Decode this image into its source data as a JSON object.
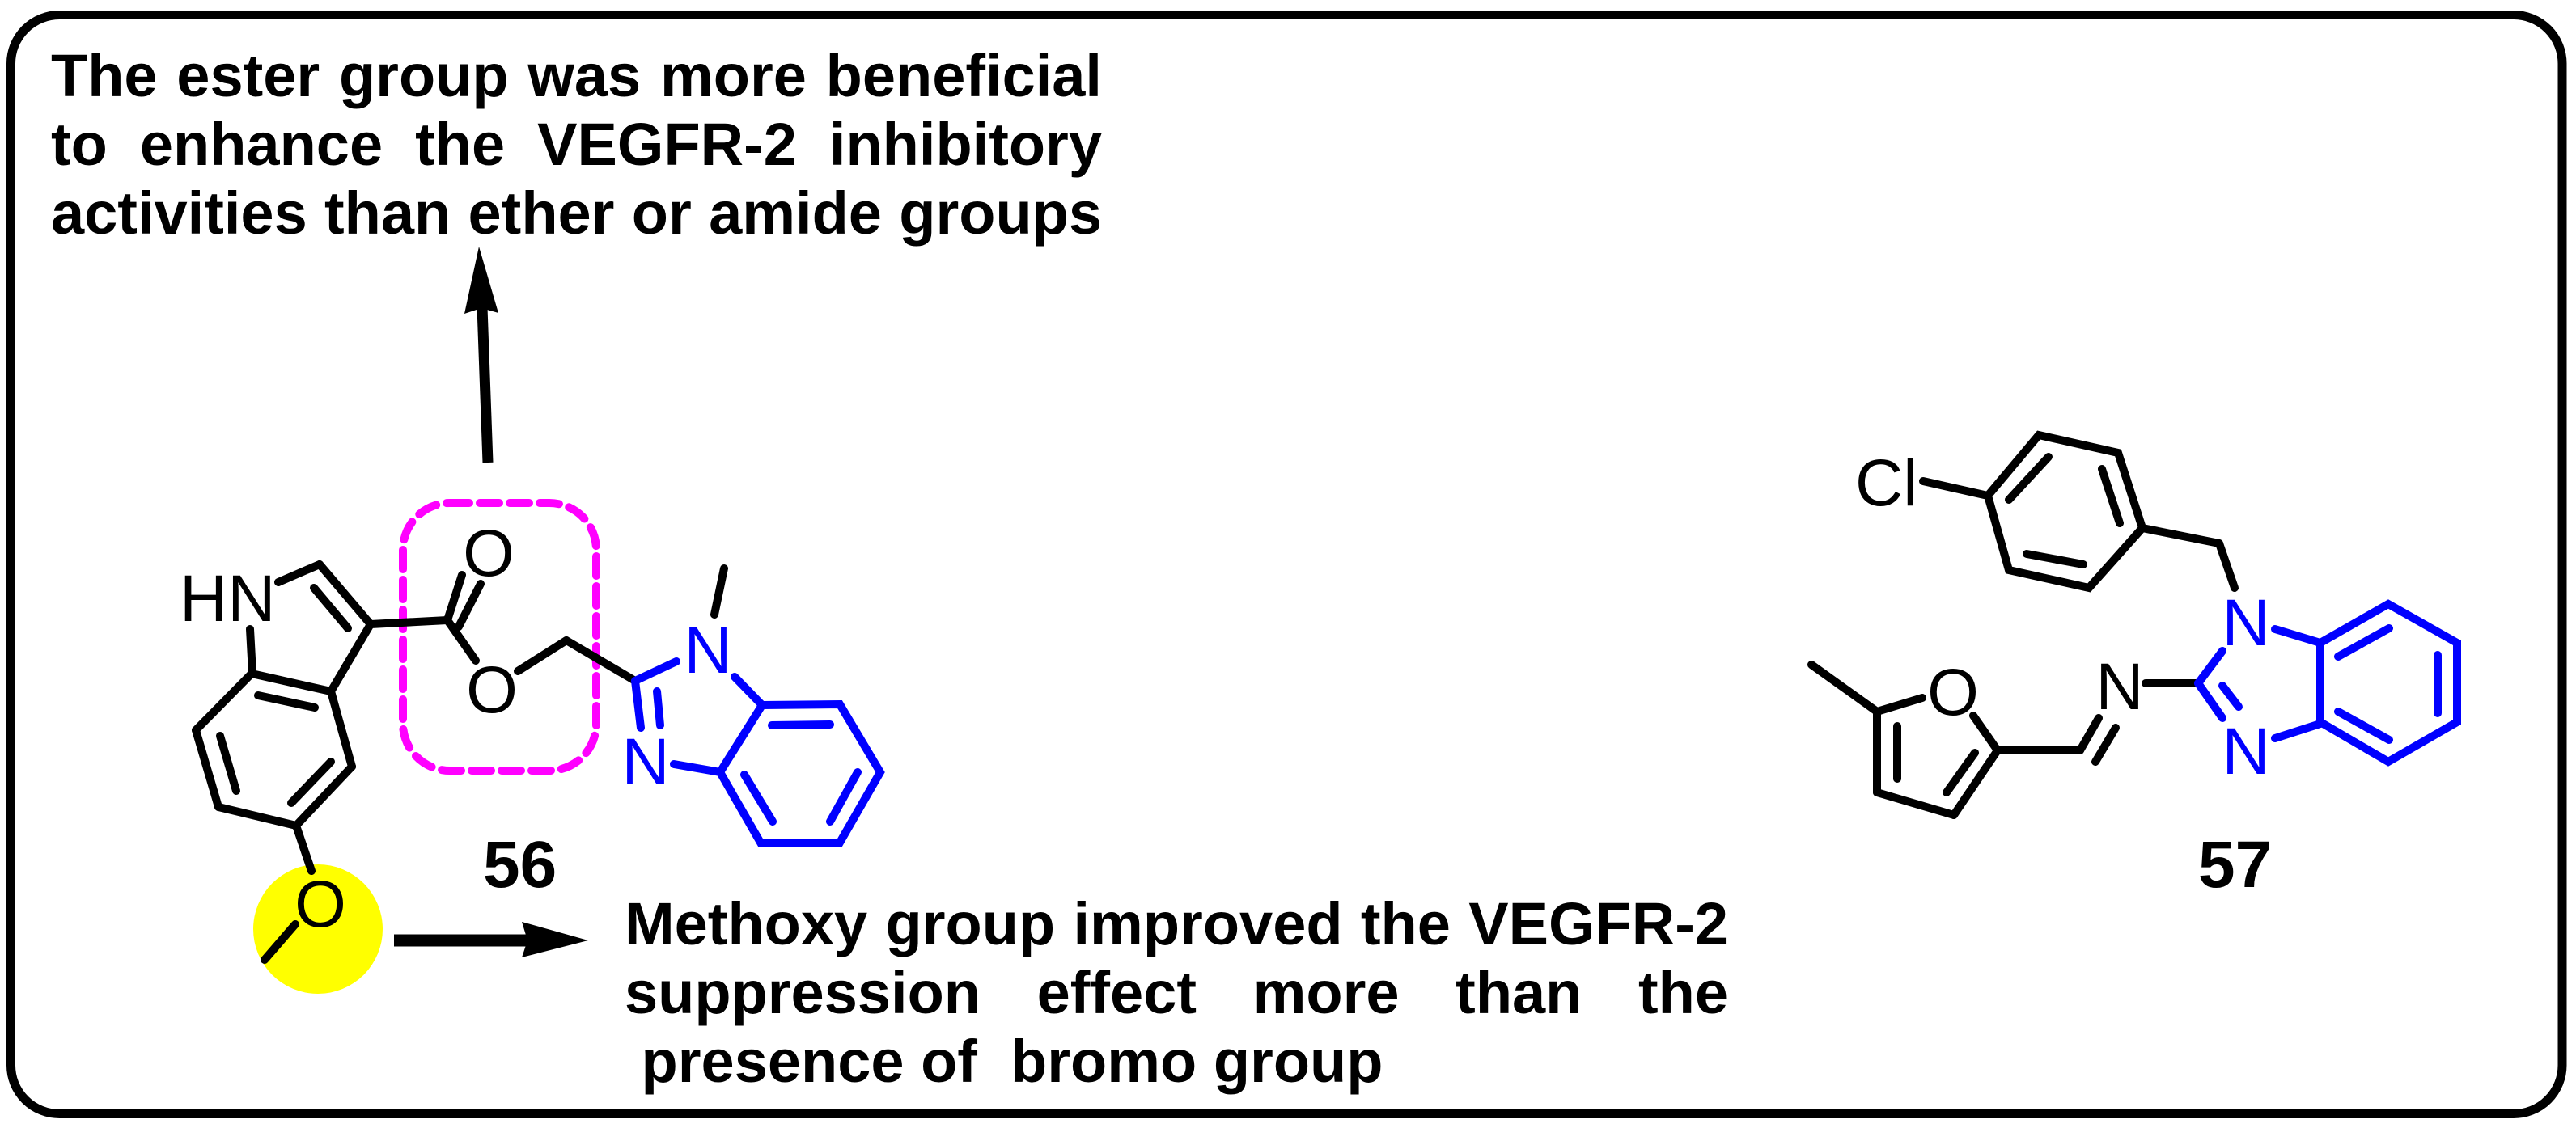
{
  "figure": {
    "frame": {
      "border_color": "#000000",
      "background": "#ffffff"
    },
    "colors": {
      "bond": "#000000",
      "benzimidazole": "#0000FF",
      "ester_highlight": "#FF00FF",
      "methoxy_highlight": "#FFFF00"
    },
    "annotations": {
      "ester_note": {
        "lines": [
          "The ester group was more beneficial",
          "to enhance the VEGFR-2 inhibitory",
          "activities than ether or amide groups"
        ]
      },
      "methoxy_note": {
        "lines": [
          "Methoxy group improved the VEGFR-2",
          "suppression effect more than the",
          " presence of  bromo group"
        ]
      }
    },
    "compounds": [
      {
        "label": "56",
        "atoms": {
          "nh": "HN",
          "carbonyl_o": "O",
          "ester_o": "O",
          "methoxy_o": "O",
          "n1": "N",
          "n3": "N"
        }
      },
      {
        "label": "57",
        "atoms": {
          "cl": "Cl",
          "furan_o": "O",
          "imine_n": "N",
          "n1": "N",
          "n3": "N"
        }
      }
    ]
  }
}
